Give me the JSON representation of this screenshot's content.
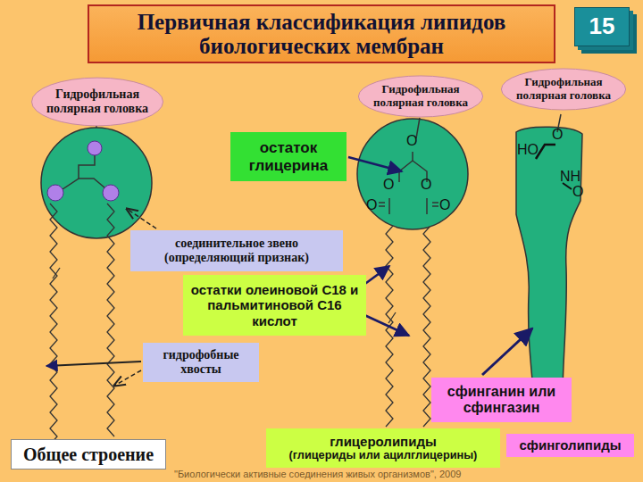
{
  "diagram": {
    "title": "Первичная классификация липидов биологических мембран",
    "nodes": [
      {
        "text": [
          "15"
        ]
      },
      {
        "text": [
          "Гидрофильная полярная головка"
        ]
      },
      {
        "text": [
          "Гидрофильная полярная головка"
        ]
      },
      {
        "text": [
          "Гидрофильная полярная головка"
        ]
      },
      {
        "text": [
          "остаток глицерина"
        ]
      },
      {
        "text": [
          "соединительное звено (определяющий признак)"
        ]
      },
      {
        "text": [
          "остатки олеиновой С18 и пальмитиновой С16 кислот"
        ]
      },
      {
        "text": [
          "гидрофобные хвосты"
        ]
      },
      {
        "text": [
          "сфинганин или сфингазин"
        ]
      },
      {
        "text": [
          "глицеролипиды",
          "(глицериды или ацилглицерины)"
        ]
      },
      {
        "text": [
          "Общее строение"
        ]
      },
      {
        "text": [
          "сфинголипиды"
        ]
      }
    ],
    "labels": [
      "O",
      "O",
      "O",
      "O",
      "O",
      "HO",
      "O",
      "NH",
      "O",
      "\"Биологически активные соединения живых организмов\", 2009"
    ]
  }
}
